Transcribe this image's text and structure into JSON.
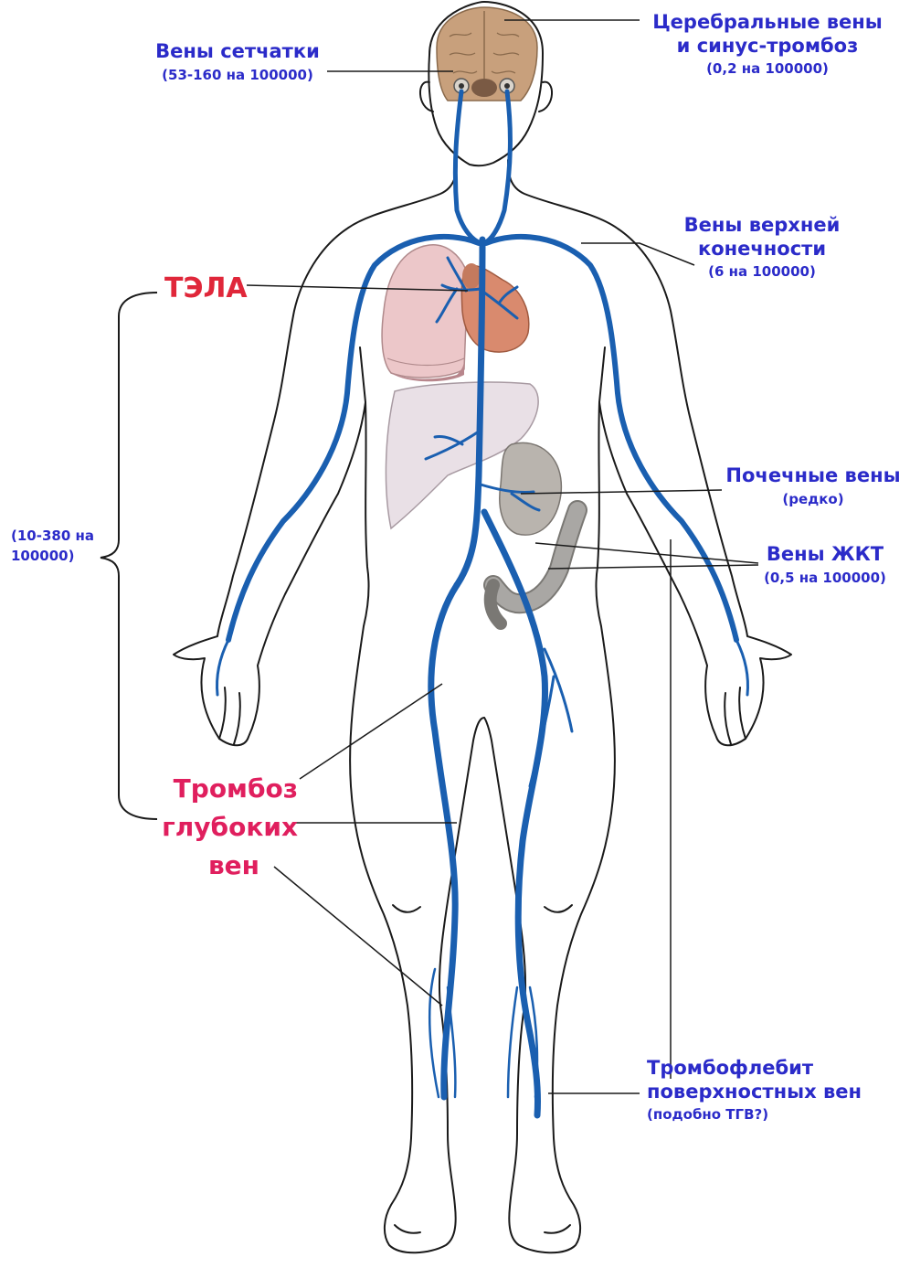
{
  "labels": {
    "retina": {
      "title": "Вены сетчатки",
      "sub": "(53-160 на 100000)"
    },
    "cerebral": {
      "line1": "Церебральные вены",
      "line2": "и синус-тромбоз",
      "sub": "(0,2 на 100000)"
    },
    "upper_limb": {
      "line1": "Вены верхней",
      "line2": "конечности",
      "sub": "(6 на 100000)"
    },
    "pe": {
      "title": "ТЭЛА"
    },
    "renal": {
      "title": "Почечные вены",
      "sub": "(редко)"
    },
    "gi": {
      "title": "Вены ЖКТ",
      "sub": "(0,5 на 100000)"
    },
    "range": {
      "line1": "(10-380 на",
      "line2": "100000)"
    },
    "dvt": {
      "line1": "Тромбоз",
      "line2": "глубоких",
      "line3": "вен"
    },
    "superficial": {
      "line1": "Тромбофлебит",
      "line2": "поверхностных вен",
      "sub": "(подобно ТГВ?)"
    }
  },
  "colors": {
    "label_blue": "#2b2bc9",
    "pe_red": "#e0273a",
    "dvt_pink": "#e01f5e",
    "vein_blue": "#1a5fb0",
    "body_outline": "#1a1a1a",
    "lung": "#ecc7c9",
    "heart": "#d98a6e",
    "liver": "#e9e0e6",
    "kidney": "#b9b4ae",
    "intestine": "#a9a7a4",
    "brain": "#c8a07c"
  },
  "icons": [
    "brain-icon",
    "eye-icon",
    "lung-icon",
    "heart-icon",
    "liver-icon",
    "kidney-icon",
    "intestine-icon"
  ]
}
